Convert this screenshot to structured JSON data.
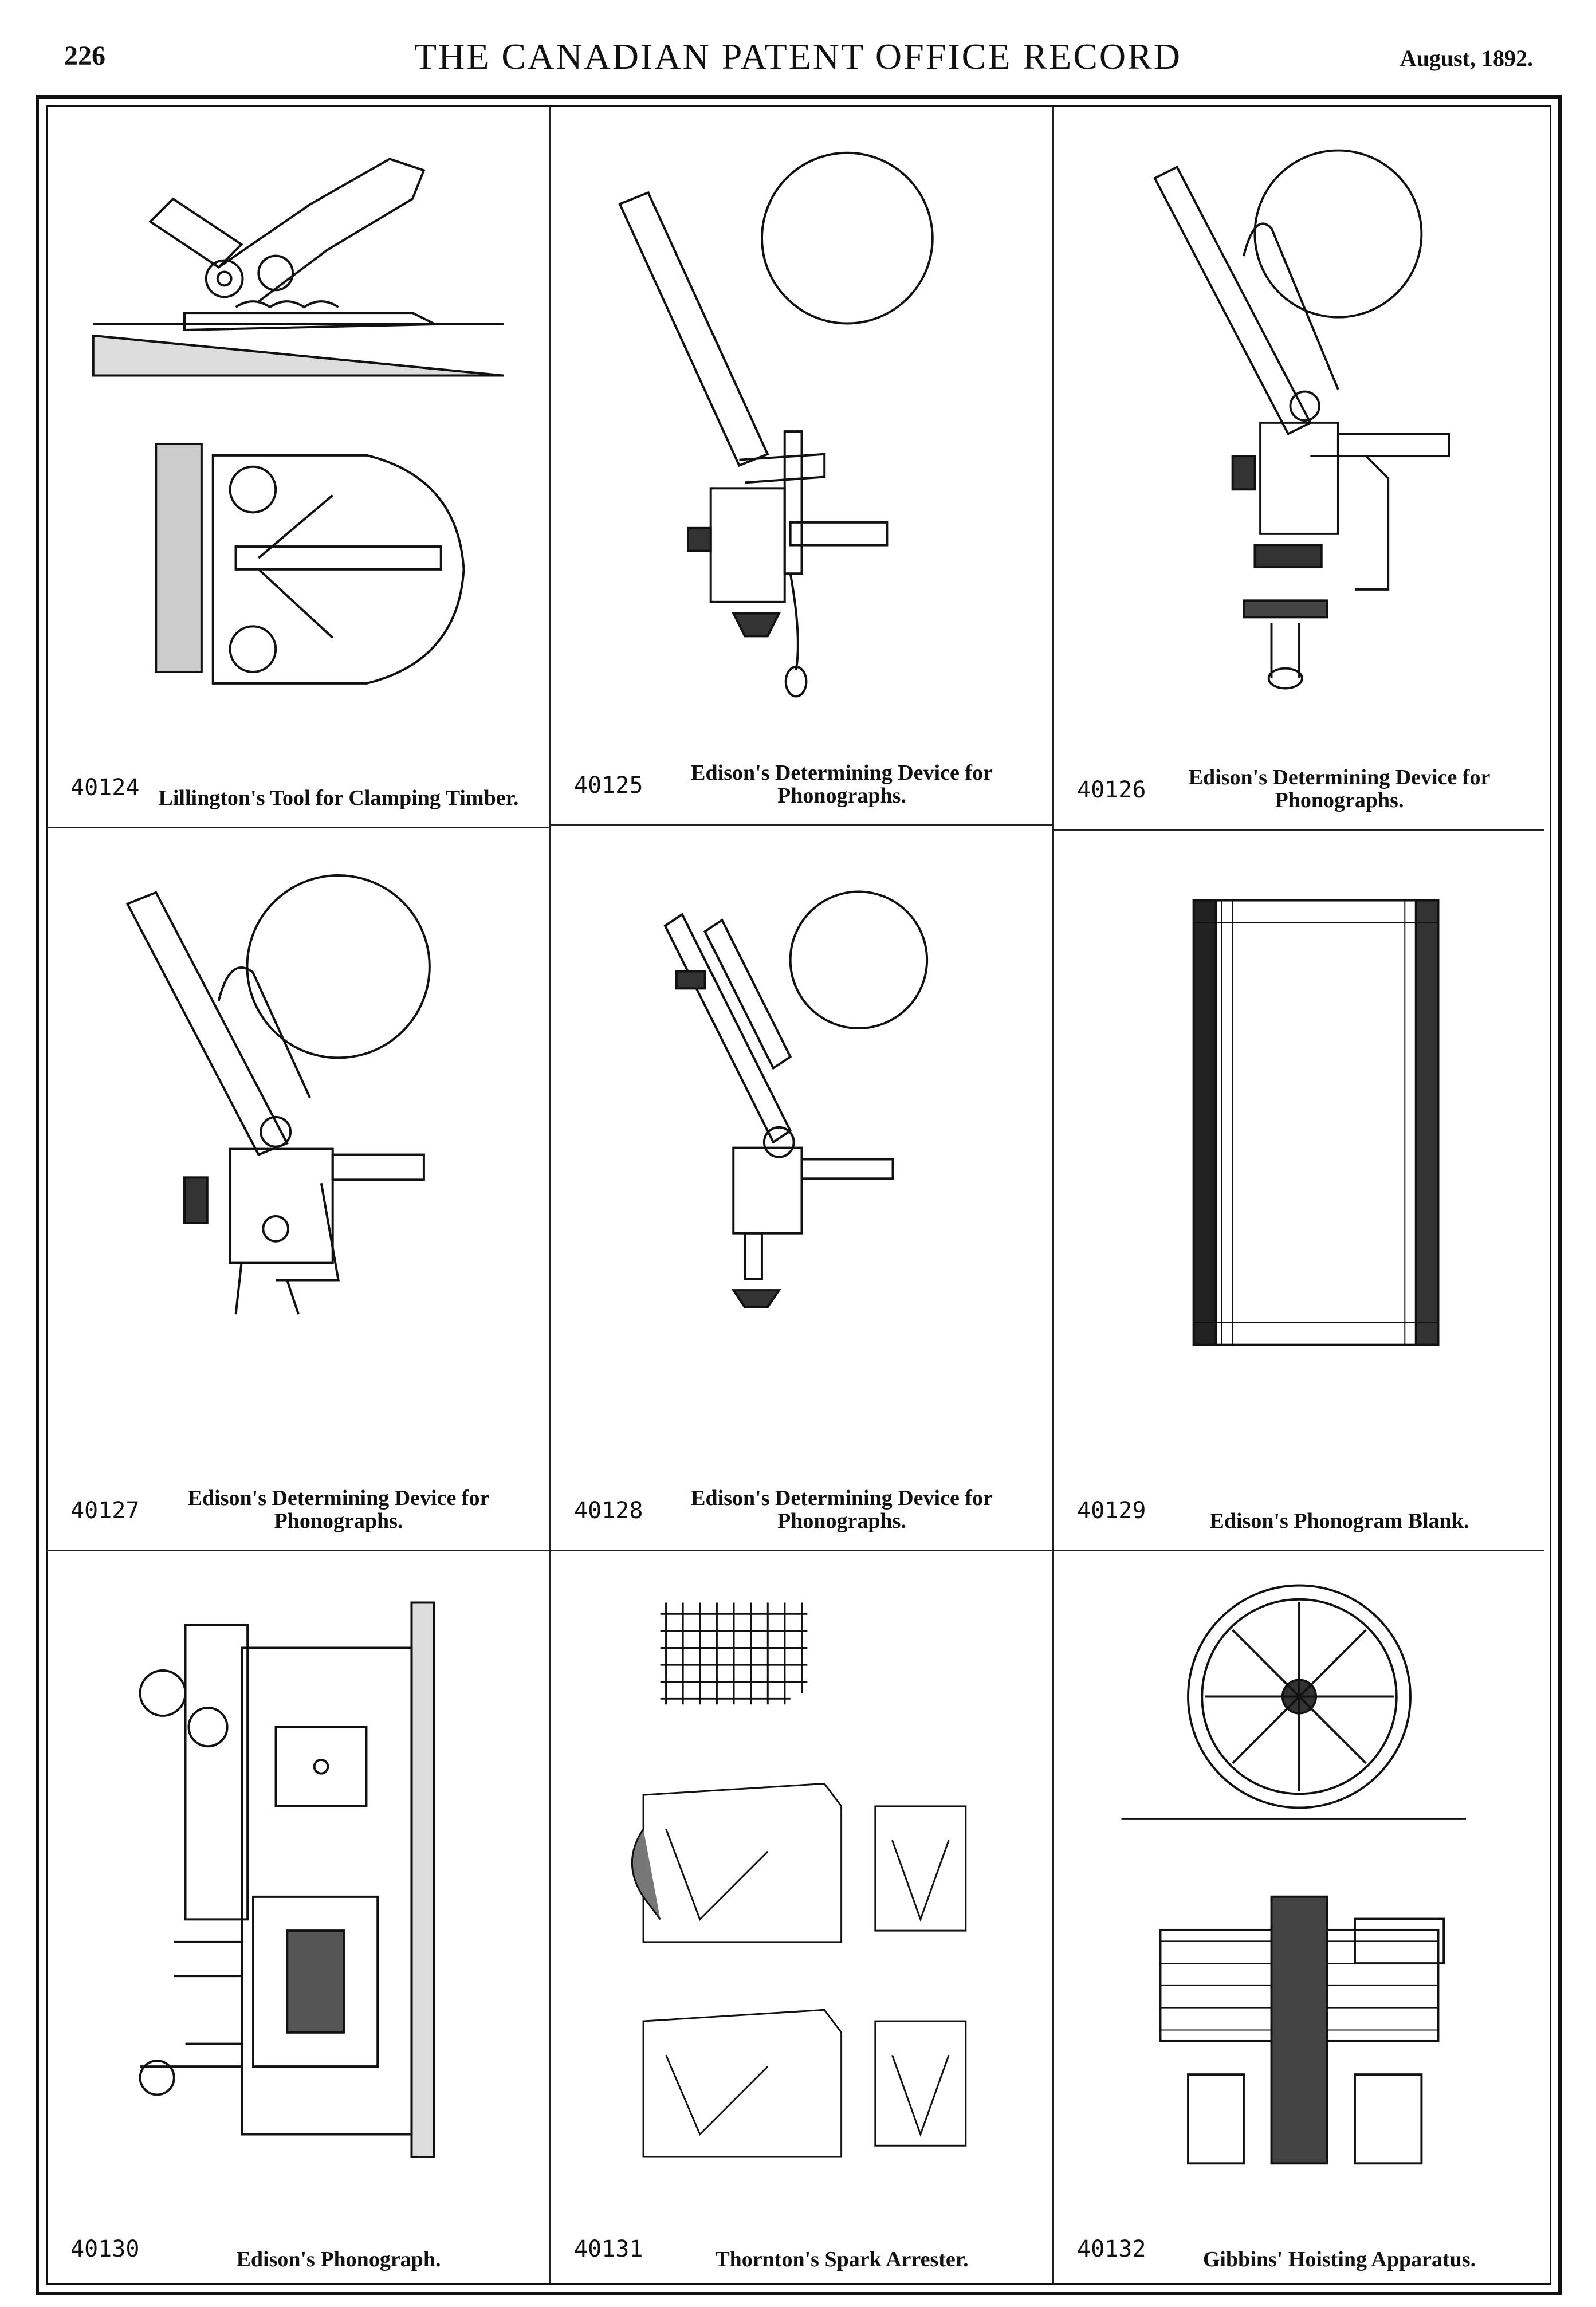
{
  "header": {
    "page_number": "226",
    "title": "THE CANADIAN PATENT OFFICE RECORD",
    "date": "August, 1892."
  },
  "patents": [
    {
      "number": "40124",
      "caption": "Lillington's Tool for Clamping Timber.",
      "icon": "timber-clamp-drawing"
    },
    {
      "number": "40125",
      "caption": "Edison's Determining Device for Phonographs.",
      "icon": "phonograph-device-drawing"
    },
    {
      "number": "40126",
      "caption": "Edison's Determining Device for Phonographs.",
      "icon": "phonograph-device-drawing"
    },
    {
      "number": "40127",
      "caption": "Edison's Determining Device for Phonographs.",
      "icon": "phonograph-device-drawing"
    },
    {
      "number": "40128",
      "caption": "Edison's Determining Device for Phonographs.",
      "icon": "phonograph-device-drawing"
    },
    {
      "number": "40129",
      "caption": "Edison's Phonogram Blank.",
      "icon": "phonogram-blank-drawing"
    },
    {
      "number": "40130",
      "caption": "Edison's Phonograph.",
      "icon": "phonograph-drawing"
    },
    {
      "number": "40131",
      "caption": "Thornton's Spark Arrester.",
      "icon": "spark-arrester-drawing"
    },
    {
      "number": "40132",
      "caption": "Gibbins' Hoisting Apparatus.",
      "icon": "hoisting-apparatus-drawing"
    }
  ]
}
